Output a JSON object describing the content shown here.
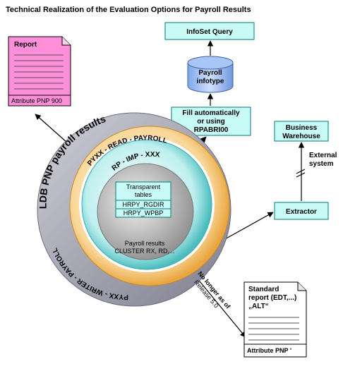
{
  "title": "Technical Realization of the Evaluation Options for Payroll Results",
  "report": {
    "label": "Report",
    "footer": "Attribute PNP 900"
  },
  "infoset_query": "InfoSet Query",
  "payroll_infotype": [
    "Payroll",
    "infotype"
  ],
  "fill_box": [
    "Fill automatically",
    "or using",
    "RPABRI00"
  ],
  "business_warehouse": [
    "Business",
    "Warehouse"
  ],
  "external_system": [
    "External",
    "system"
  ],
  "extractor": "Extractor",
  "rings": {
    "ldb": "LDB PNP payroll results",
    "read": "PYXX - READ - PAYROLL",
    "imp": "RP - IMP - XXX",
    "writer": "PYXX - WRITER - PAYROLL"
  },
  "transparent_tables": {
    "header": [
      "Transparent",
      "tables"
    ],
    "rows": [
      "HRPY_RGDIR",
      "HRPY_WPBP"
    ]
  },
  "cluster": [
    "Payroll results",
    "CLUSTER RX, RD,..."
  ],
  "no_longer": [
    "No longer as of",
    "Release 5.0"
  ],
  "standard_report": {
    "lines": [
      "Standard",
      "report (EDT,...)",
      "„ALT“"
    ],
    "footer": "Attribute PNP '"
  },
  "colors": {
    "report_pink": "#ff8fd8",
    "teal_box": "#c8fbf6",
    "box_border": "#007a78",
    "ring_outer": "#a0a0b0",
    "ring_gold": "#f4bd5f",
    "ring_teal": "#6fcfd0",
    "core_gray": "#a8a8a8"
  }
}
